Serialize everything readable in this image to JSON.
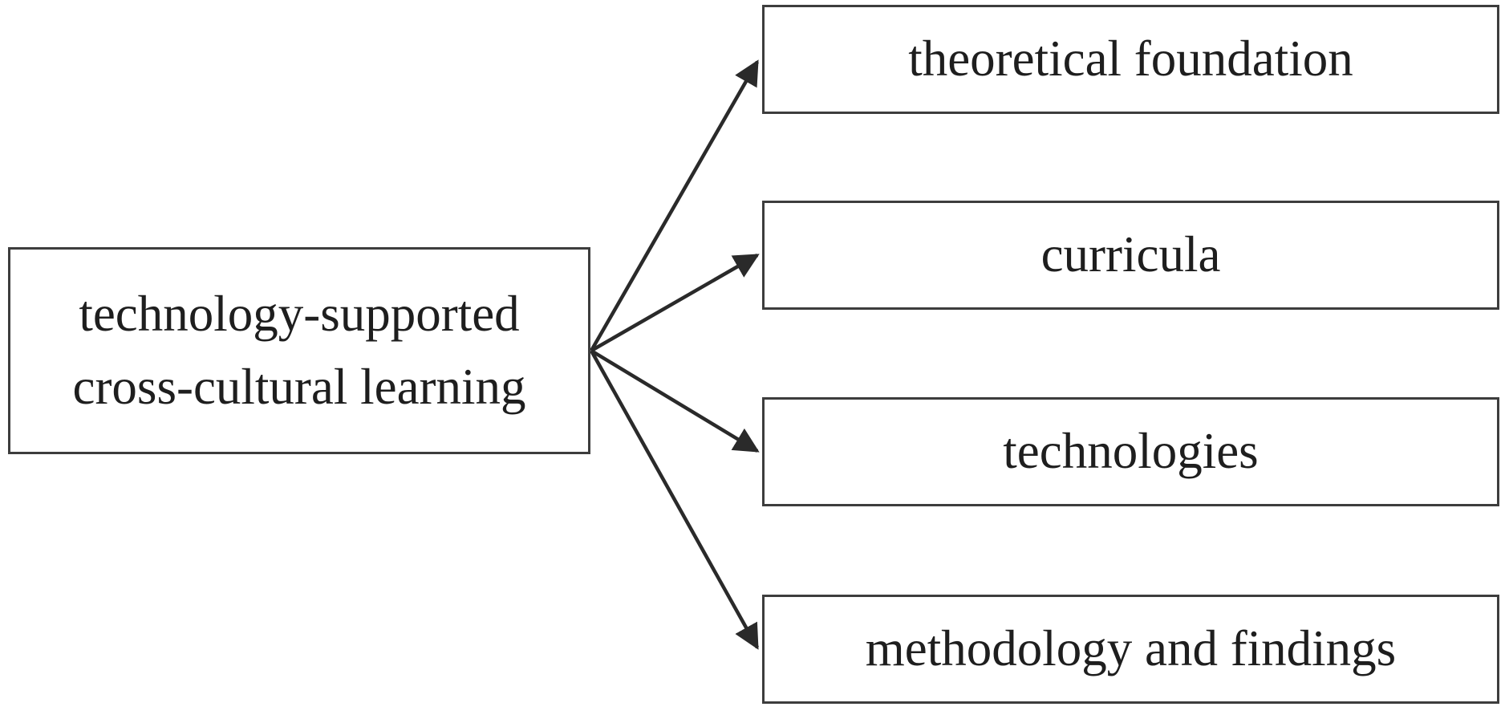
{
  "figure": {
    "type": "flow-diagram",
    "colors": {
      "background": "#ffffff",
      "box_border": "#3d3d3d",
      "text": "#1e1e1e",
      "arrow": "#2a2a2a"
    },
    "root_node": {
      "label": "technology-supported cross-cultural learning",
      "lines": [
        "technology-supported",
        "cross-cultural learning"
      ]
    },
    "child_nodes": [
      {
        "label": "theoretical foundation"
      },
      {
        "label": "curricula"
      },
      {
        "label": "technologies"
      },
      {
        "label": "methodology and findings"
      }
    ]
  }
}
